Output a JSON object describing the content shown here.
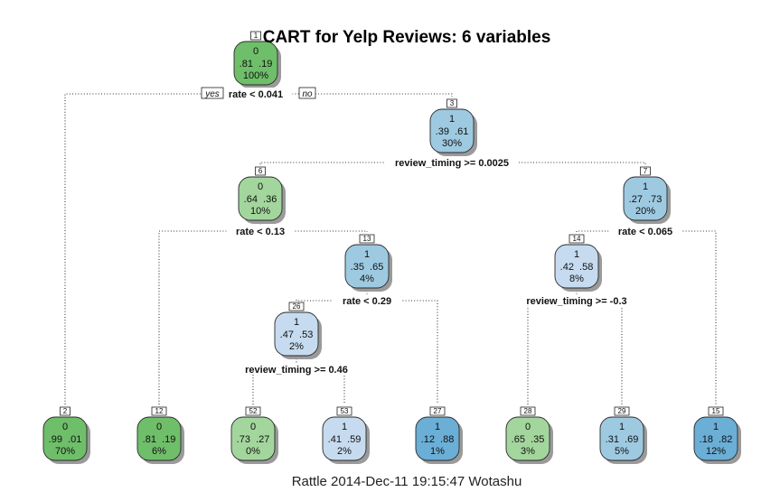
{
  "title": "CART for Yelp Reviews: 6 variables",
  "footer": "Rattle 2014-Dec-11 19:15:47 Wotashu",
  "branch_labels": {
    "yes": "yes",
    "no": "no"
  },
  "nodes": [
    {
      "id": "1",
      "cls": "0",
      "probs": ".81  .19",
      "pct": "100%",
      "color": "#6fbe6a"
    },
    {
      "id": "3",
      "cls": "1",
      "probs": ".39  .61",
      "pct": "30%",
      "color": "#9ecae1"
    },
    {
      "id": "6",
      "cls": "0",
      "probs": ".64  .36",
      "pct": "10%",
      "color": "#a3d69c"
    },
    {
      "id": "7",
      "cls": "1",
      "probs": ".27  .73",
      "pct": "20%",
      "color": "#9ecae1"
    },
    {
      "id": "13",
      "cls": "1",
      "probs": ".35  .65",
      "pct": "4%",
      "color": "#9ecae1"
    },
    {
      "id": "14",
      "cls": "1",
      "probs": ".42  .58",
      "pct": "8%",
      "color": "#c6dbef"
    },
    {
      "id": "26",
      "cls": "1",
      "probs": ".47  .53",
      "pct": "2%",
      "color": "#c6dbef"
    },
    {
      "id": "2",
      "cls": "0",
      "probs": ".99  .01",
      "pct": "70%",
      "color": "#6fbe6a"
    },
    {
      "id": "12",
      "cls": "0",
      "probs": ".81  .19",
      "pct": "6%",
      "color": "#6fbe6a"
    },
    {
      "id": "52",
      "cls": "0",
      "probs": ".73  .27",
      "pct": "0%",
      "color": "#a3d69c"
    },
    {
      "id": "53",
      "cls": "1",
      "probs": ".41  .59",
      "pct": "2%",
      "color": "#c6dbef"
    },
    {
      "id": "27",
      "cls": "1",
      "probs": ".12  .88",
      "pct": "1%",
      "color": "#6baed6"
    },
    {
      "id": "28",
      "cls": "0",
      "probs": ".65  .35",
      "pct": "3%",
      "color": "#a3d69c"
    },
    {
      "id": "29",
      "cls": "1",
      "probs": ".31  .69",
      "pct": "5%",
      "color": "#9ecae1"
    },
    {
      "id": "15",
      "cls": "1",
      "probs": ".18  .82",
      "pct": "12%",
      "color": "#6baed6"
    }
  ],
  "splits": [
    {
      "parent": "1",
      "left": "2",
      "right": "3",
      "label": "rate < 0.041"
    },
    {
      "parent": "3",
      "left": "6",
      "right": "7",
      "label": "review_timing >= 0.0025"
    },
    {
      "parent": "6",
      "left": "12",
      "right": "13",
      "label": "rate < 0.13"
    },
    {
      "parent": "7",
      "left": "14",
      "right": "15",
      "label": "rate < 0.065"
    },
    {
      "parent": "13",
      "left": "26",
      "right": "27",
      "label": "rate < 0.29"
    },
    {
      "parent": "14",
      "left": "28",
      "right": "29",
      "label": "review_timing >= -0.3"
    },
    {
      "parent": "26",
      "left": "52",
      "right": "53",
      "label": "review_timing >= 0.46"
    }
  ]
}
